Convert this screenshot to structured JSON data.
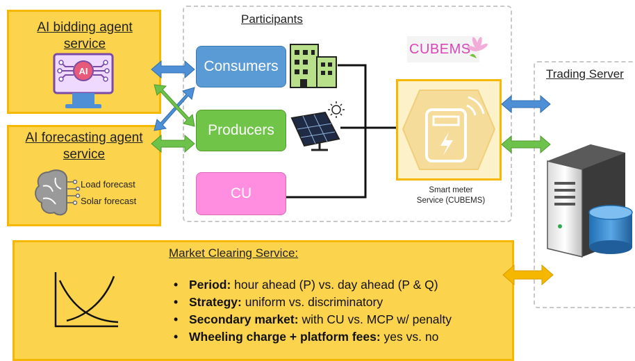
{
  "participants": {
    "title": "Participants",
    "consumers": "Consumers",
    "producers": "Producers",
    "cu": "CU"
  },
  "bidding_agent": {
    "title": "AI bidding agent service",
    "icon_text": "AI"
  },
  "forecasting_agent": {
    "title": "AI forecasting agent service",
    "items": [
      "Load forecast",
      "Solar forecast"
    ]
  },
  "cubems": {
    "logo": "CUBEMS",
    "caption_line1": "Smart meter",
    "caption_line2": "Service (CUBEMS)"
  },
  "trading_server": {
    "title": "Trading Server"
  },
  "market_clearing": {
    "title": "Market Clearing Service:",
    "bullets": [
      {
        "label": "Period:",
        "text": " hour ahead (P) vs. day ahead (P & Q)"
      },
      {
        "label": "Strategy:",
        "text": " uniform vs. discriminatory"
      },
      {
        "label": "Secondary market:",
        "text": " with CU vs. MCP w/ penalty"
      },
      {
        "label": "Wheeling charge + platform fees:",
        "text": " yes vs. no"
      }
    ]
  },
  "colors": {
    "yellow_fill": "#fcd34d",
    "yellow_border": "#f5b700",
    "consumers": "#5b9bd5",
    "producers": "#70c447",
    "cu": "#ff8ee0",
    "blue_arrow": "#4f8fd6",
    "green_arrow": "#6cc24a",
    "orange_arrow": "#f5b700"
  }
}
